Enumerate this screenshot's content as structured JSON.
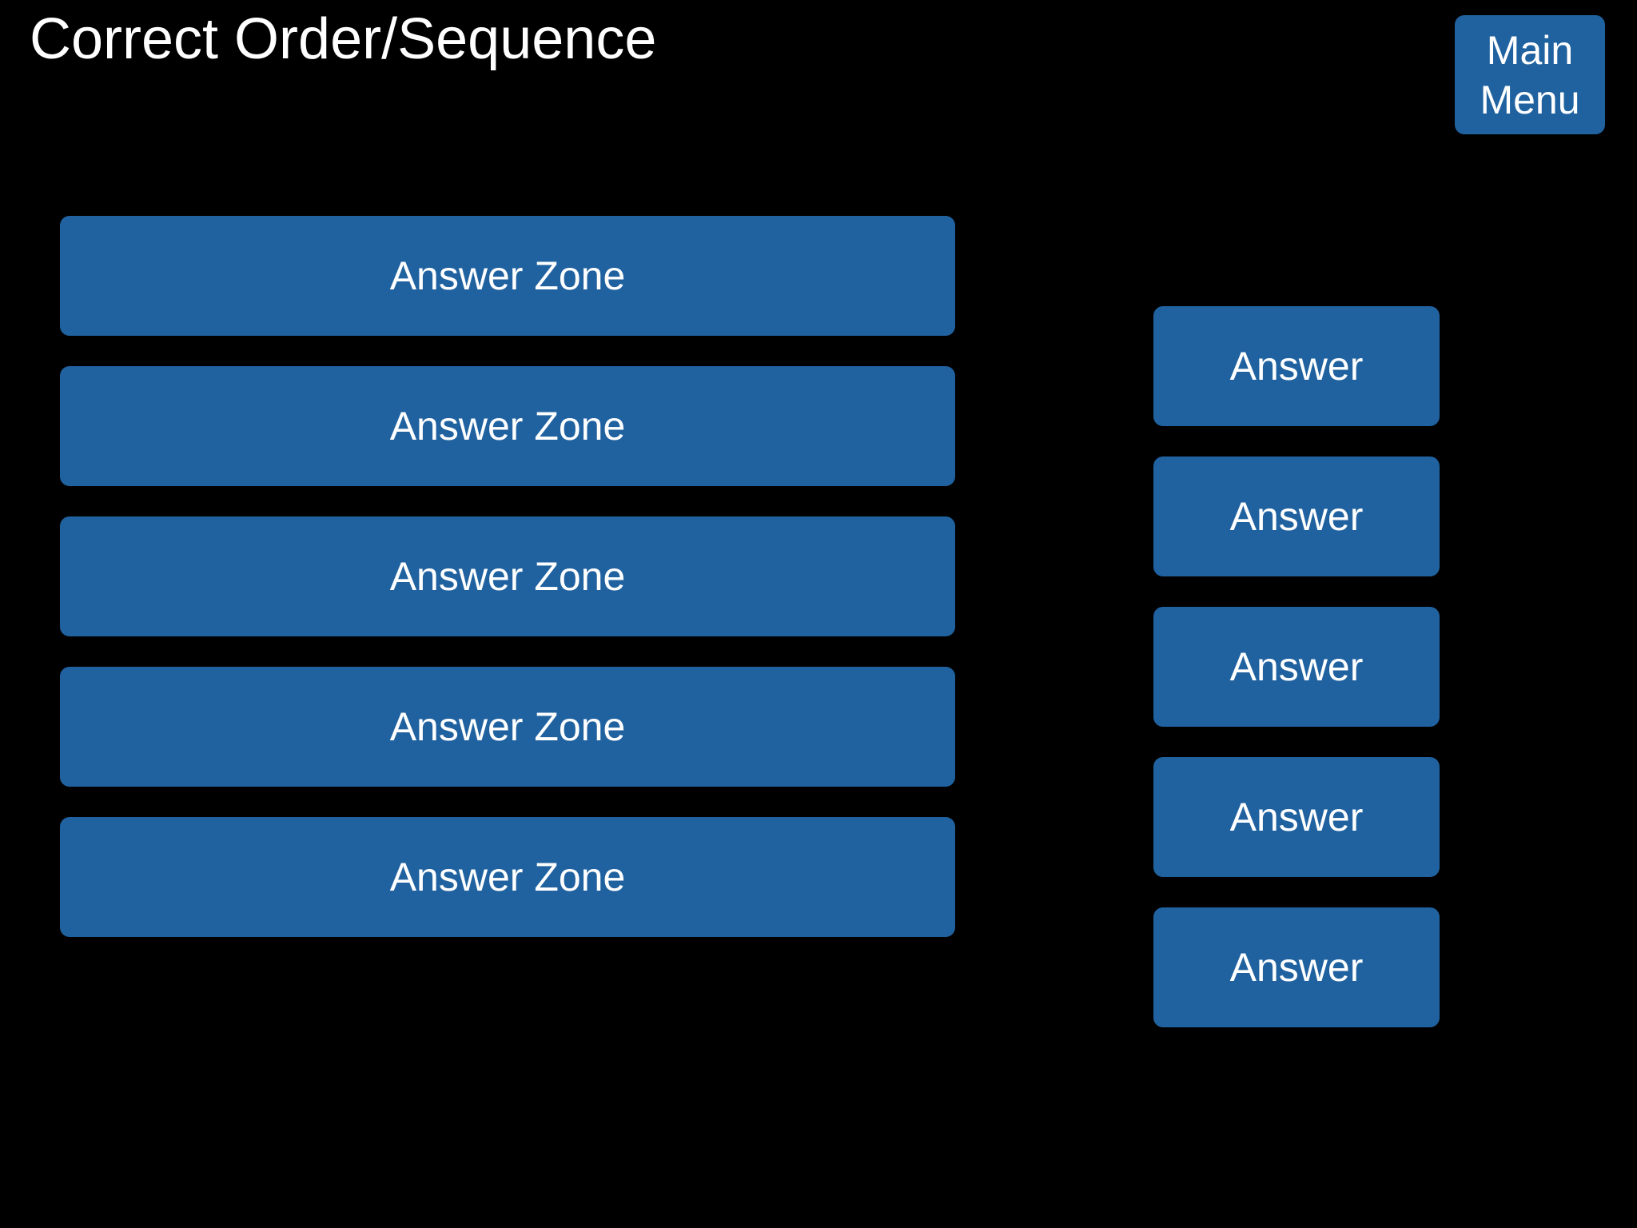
{
  "title": "Correct Order/Sequence",
  "main_menu": {
    "line1": "Main",
    "line2": "Menu"
  },
  "answer_zones": [
    {
      "label": "Answer Zone"
    },
    {
      "label": "Answer Zone"
    },
    {
      "label": "Answer Zone"
    },
    {
      "label": "Answer Zone"
    },
    {
      "label": "Answer Zone"
    }
  ],
  "answers": [
    {
      "label": "Answer"
    },
    {
      "label": "Answer"
    },
    {
      "label": "Answer"
    },
    {
      "label": "Answer"
    },
    {
      "label": "Answer"
    }
  ],
  "colors": {
    "background": "#000000",
    "tile": "#2062a0",
    "text": "#ffffff"
  }
}
